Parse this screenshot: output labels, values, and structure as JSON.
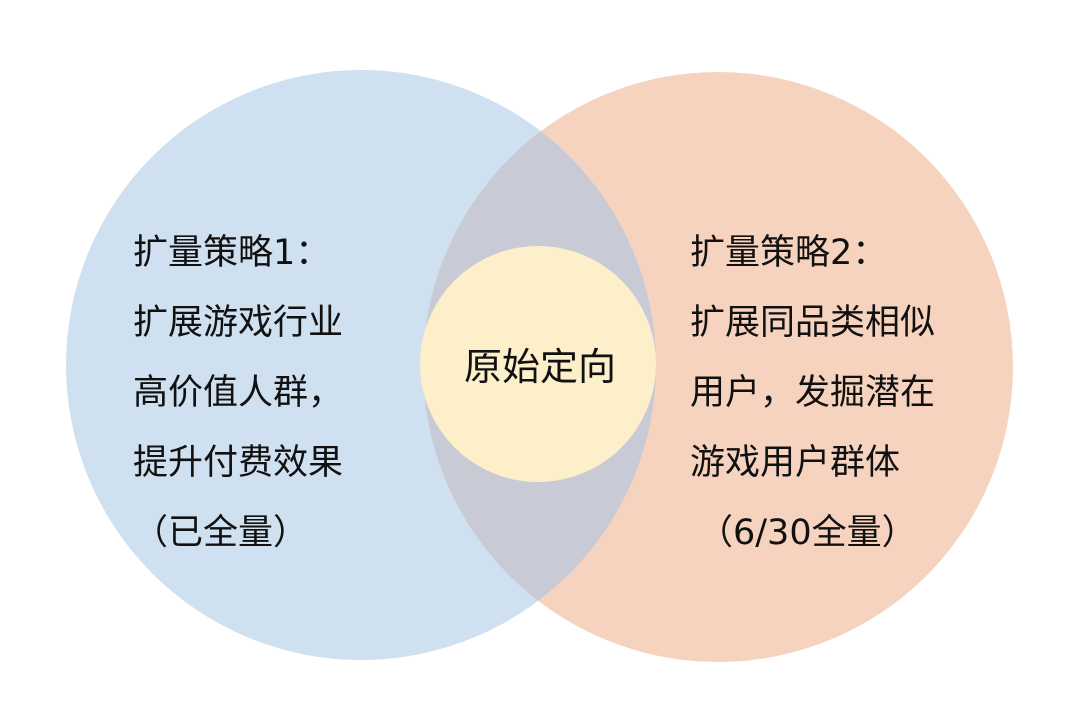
{
  "colors": {
    "left_circle": "#cfe0f0",
    "right_circle": "#f6d3bf",
    "overlap": "#c8cbd6",
    "center_circle": "#fcefc9"
  },
  "left": {
    "lines": [
      "扩量策略1：",
      "扩展游戏行业",
      "高价值人群，",
      "提升付费效果",
      "（已全量）"
    ]
  },
  "right": {
    "lines": [
      "扩量策略2：",
      "扩展同品类相似",
      "用户，发掘潜在",
      "游戏用户群体",
      "（6/30全量）"
    ]
  },
  "center": {
    "label": "原始定向"
  }
}
